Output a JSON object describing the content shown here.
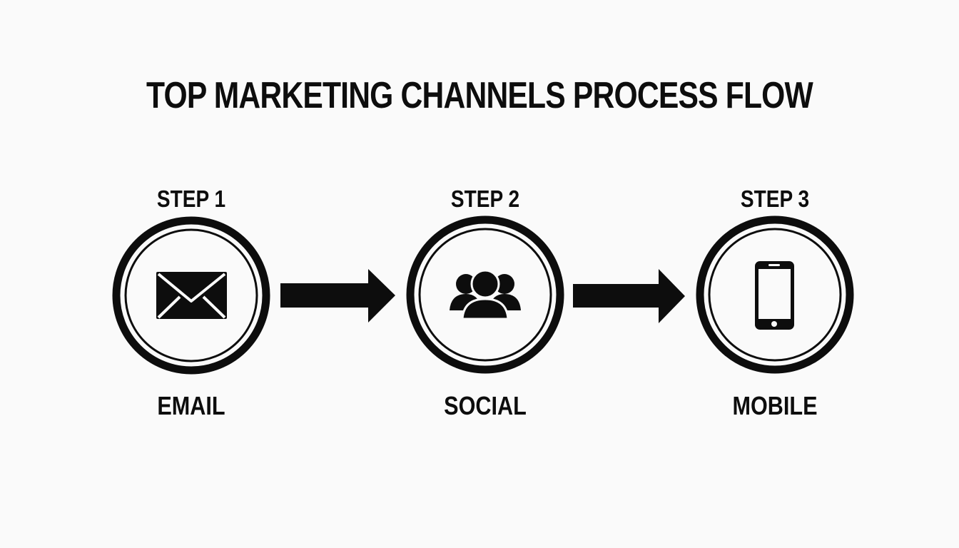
{
  "title": "TOP MARKETING CHANNELS PROCESS FLOW",
  "colors": {
    "background": "#fafafa",
    "foreground": "#0d0d0d"
  },
  "steps": [
    {
      "step_label": "STEP 1",
      "name": "EMAIL",
      "icon": "envelope-icon"
    },
    {
      "step_label": "STEP 2",
      "name": "SOCIAL",
      "icon": "users-group-icon"
    },
    {
      "step_label": "STEP 3",
      "name": "MOBILE",
      "icon": "smartphone-icon"
    }
  ],
  "connectors": [
    {
      "from": "STEP 1",
      "to": "STEP 2",
      "icon": "arrow-right-icon"
    },
    {
      "from": "STEP 2",
      "to": "STEP 3",
      "icon": "arrow-right-icon"
    }
  ]
}
